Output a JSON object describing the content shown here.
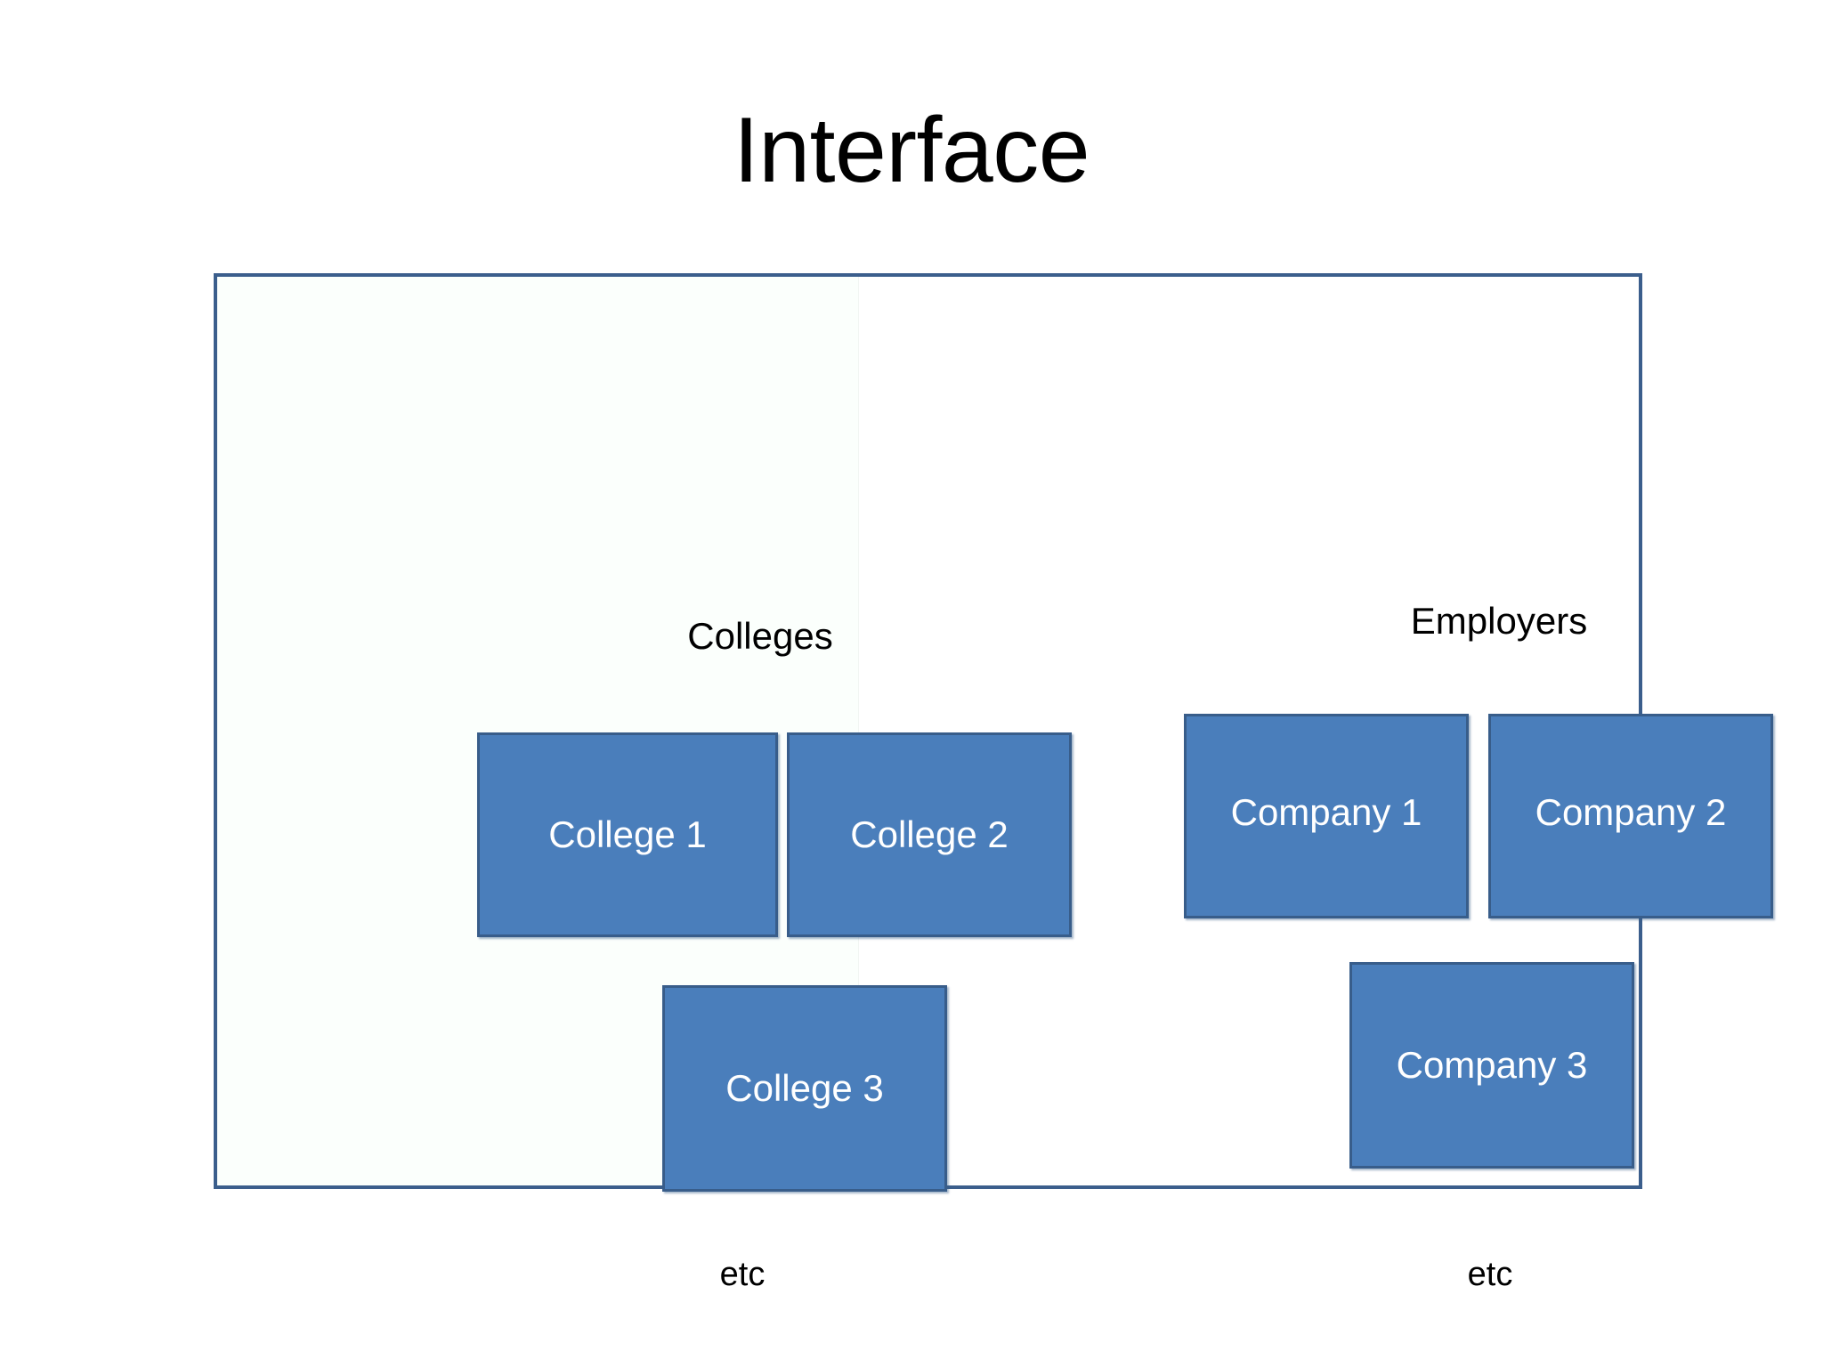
{
  "slide": {
    "title": "Interface",
    "background_color": "#ffffff"
  },
  "frame": {
    "border_color": "#3B5E8C",
    "fill_color": "#ffffff"
  },
  "theme": {
    "node_fill": "#4A7EBB",
    "node_border": "#385D8A",
    "node_text": "#FFFFFF",
    "label_text": "#000000"
  },
  "columns": [
    {
      "id": "colleges",
      "heading": "Colleges",
      "footer": "etc",
      "nodes": [
        {
          "label": "College 1"
        },
        {
          "label": "College 2"
        },
        {
          "label": "College 3"
        }
      ]
    },
    {
      "id": "employers",
      "heading": "Employers",
      "footer": "etc",
      "nodes": [
        {
          "label": "Company 1"
        },
        {
          "label": "Company 2"
        },
        {
          "label": "Company 3"
        }
      ]
    }
  ]
}
